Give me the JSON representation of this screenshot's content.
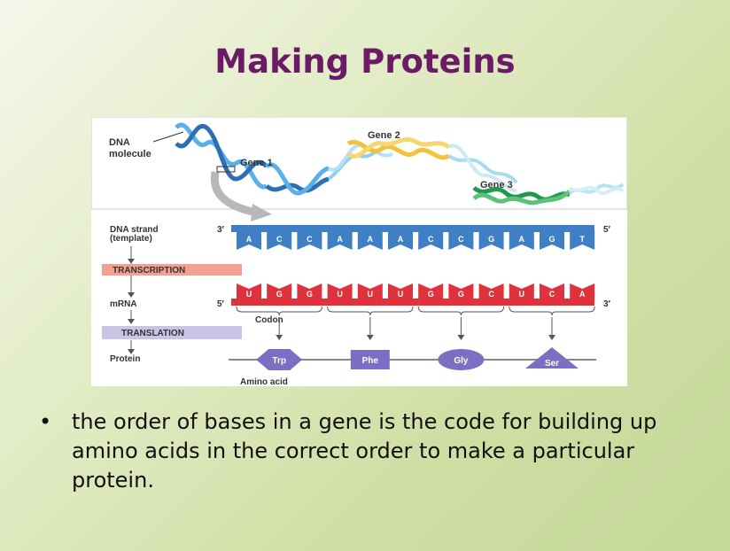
{
  "slide": {
    "title": "Making Proteins",
    "bullet": "the order of bases in a gene is the code for building up amino acids in the correct order to make a particular protein."
  },
  "figure": {
    "top_panel": {
      "dna_label_line1": "DNA",
      "dna_label_line2": "molecule",
      "gene1": "Gene 1",
      "gene2": "Gene 2",
      "gene3": "Gene 3"
    },
    "dna_strand_label_line1": "DNA strand",
    "dna_strand_label_line2": "(template)",
    "dna_3prime": "3′",
    "dna_5prime": "5′",
    "dna_bases": [
      "A",
      "C",
      "C",
      "A",
      "A",
      "A",
      "C",
      "C",
      "G",
      "A",
      "G",
      "T"
    ],
    "transcription_label": "TRANSCRIPTION",
    "mrna_label": "mRNA",
    "mrna_5prime": "5′",
    "mrna_3prime": "3′",
    "mrna_bases": [
      "U",
      "G",
      "G",
      "U",
      "U",
      "U",
      "G",
      "G",
      "C",
      "U",
      "C",
      "A"
    ],
    "codon_label": "Codon",
    "translation_label": "TRANSLATION",
    "protein_label": "Protein",
    "amino_acids": [
      "Trp",
      "Phe",
      "Gly",
      "Ser"
    ],
    "amino_acid_label": "Amino acid",
    "colors": {
      "title": "#6b1a66",
      "dna_strand": "#3f7fc6",
      "mrna_strand": "#e0323c",
      "transcription_box": "#f2a08f",
      "translation_box": "#c9c3e6",
      "amino_acid": "#7a6fc2",
      "gene1": "#2d6fb3",
      "gene2": "#f2c23a",
      "gene3": "#1e9a4a"
    }
  }
}
